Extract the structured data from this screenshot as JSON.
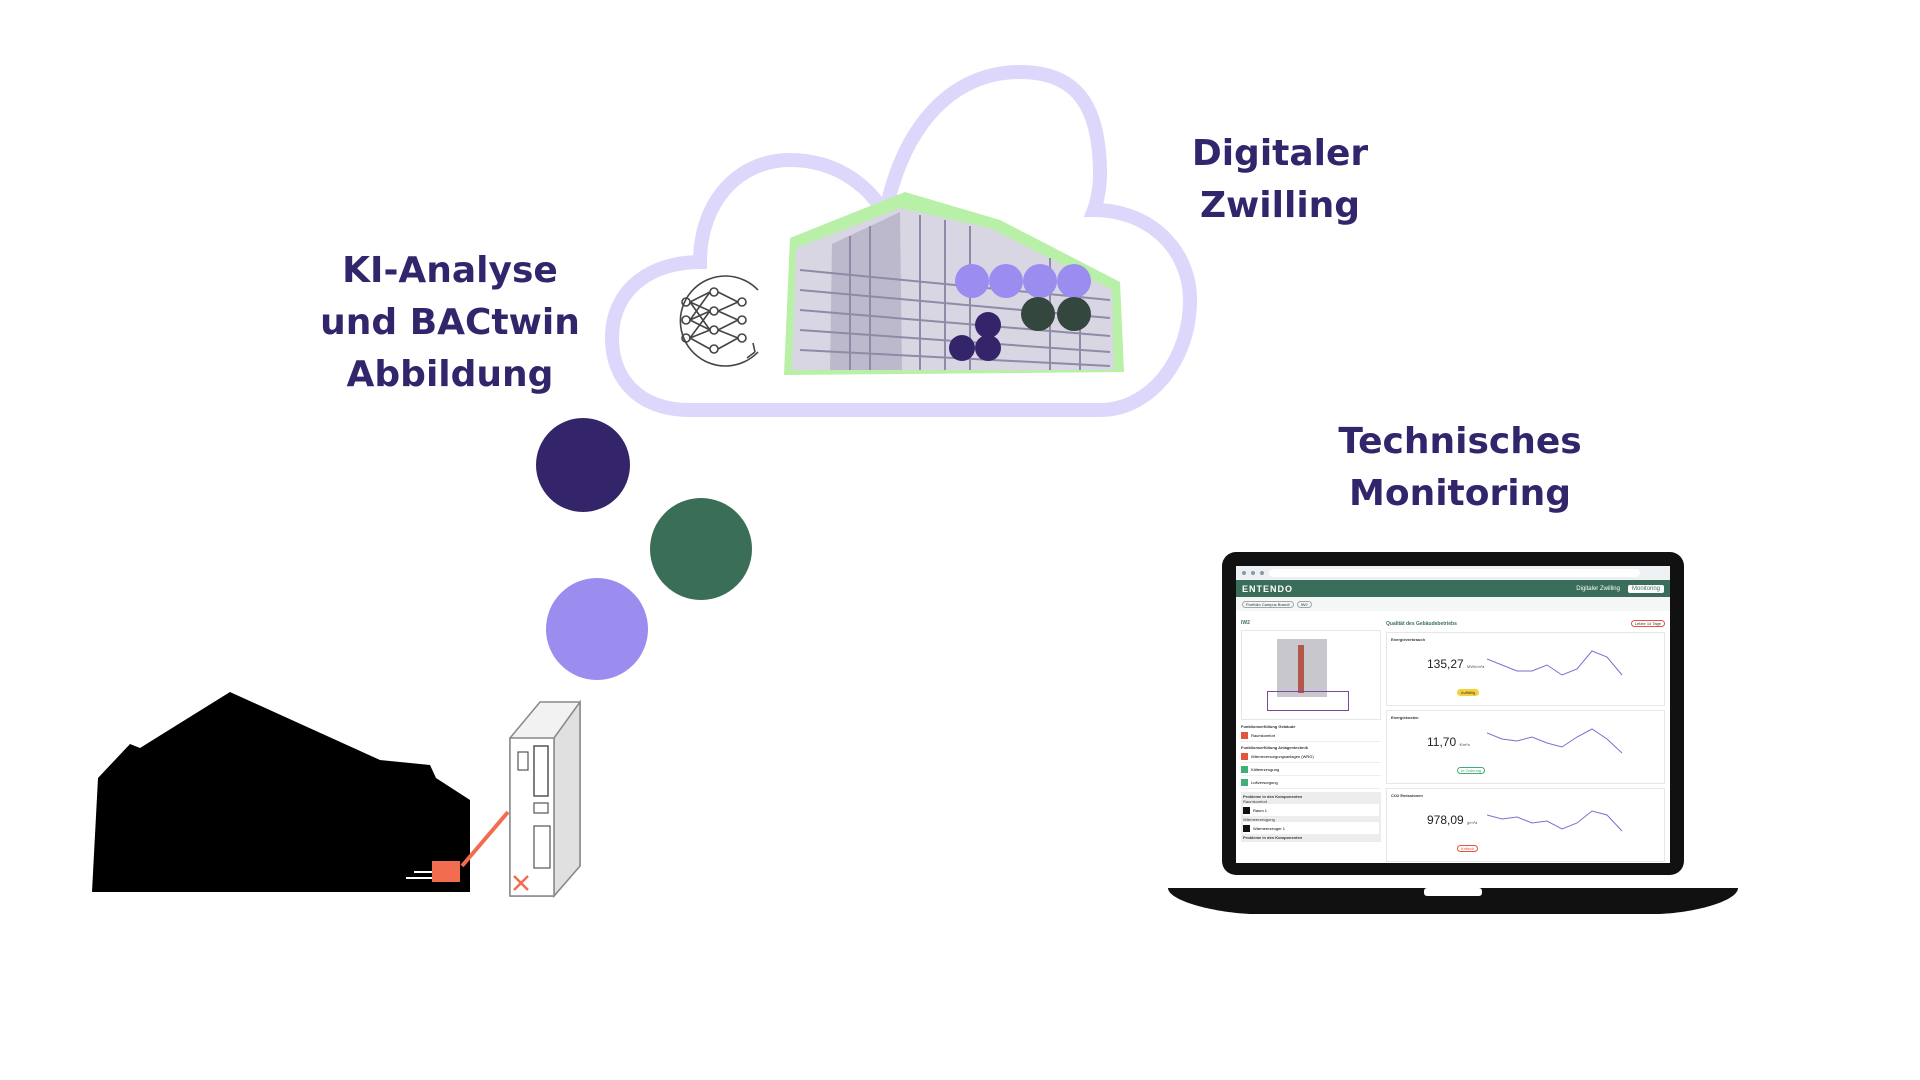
{
  "labels": {
    "ki_analysis": [
      "KI-Analyse",
      "und BACtwin",
      "Abbildung"
    ],
    "digital_twin": [
      "Digitaler",
      "Zwilling"
    ],
    "technical_monitoring": [
      "Technisches",
      "Monitoring"
    ]
  },
  "colors": {
    "label_text": "#33256b",
    "dot_dark_purple": "#34256a",
    "dot_green": "#3a6e57",
    "dot_light_purple": "#9b8cef",
    "cloud_outline": "#dcd7fb",
    "building_highlight": "#b7f0a6",
    "connector_orange": "#f26c4f"
  },
  "screen": {
    "brand": "ENTENDO",
    "nav_items": [
      "Digitaler Zwilling",
      "Monitoring"
    ],
    "breadcrumbs": [
      "Portfolio Campus Brandt",
      "IW2"
    ],
    "building_id": "IW2",
    "quality_title": "Qualität des Gebäudebetriebs",
    "period_button": "Letzte 14 Tage",
    "left_sections": [
      {
        "title": "Funktionserfüllung Gebäude",
        "items": [
          "Raumkomfort"
        ]
      },
      {
        "title": "Funktionserfüllung Anlagentechnik",
        "items": [
          "Wärmeversorgungsanlagen (WRG)",
          "Kälteerzeugung",
          "Luftversorgung"
        ]
      }
    ],
    "problems_title": "Probleme in den Komponenten",
    "problems_groups": [
      {
        "group": "Raumkomfort",
        "items": [
          "Raum 1"
        ]
      },
      {
        "group": "Wärmeerzeugung",
        "items": [
          "Wärmeerzeuger 1"
        ]
      }
    ],
    "problems_title_2": "Probleme in den Komponenten",
    "kpis": [
      {
        "title": "Energieverbrauch",
        "value": "135,27",
        "unit": "MWh/m²a",
        "badge": "Auffällig",
        "badge_color": "#f2d13a"
      },
      {
        "title": "Energiekosten",
        "value": "11,70",
        "unit": "€/m²a",
        "badge": "In Ordnung",
        "badge_color": "#3fae7a"
      },
      {
        "title": "CO2 Emissionen",
        "value": "978,09",
        "unit": "g/m²a",
        "badge": "Kritisch",
        "badge_color": "#e4533b"
      }
    ]
  }
}
